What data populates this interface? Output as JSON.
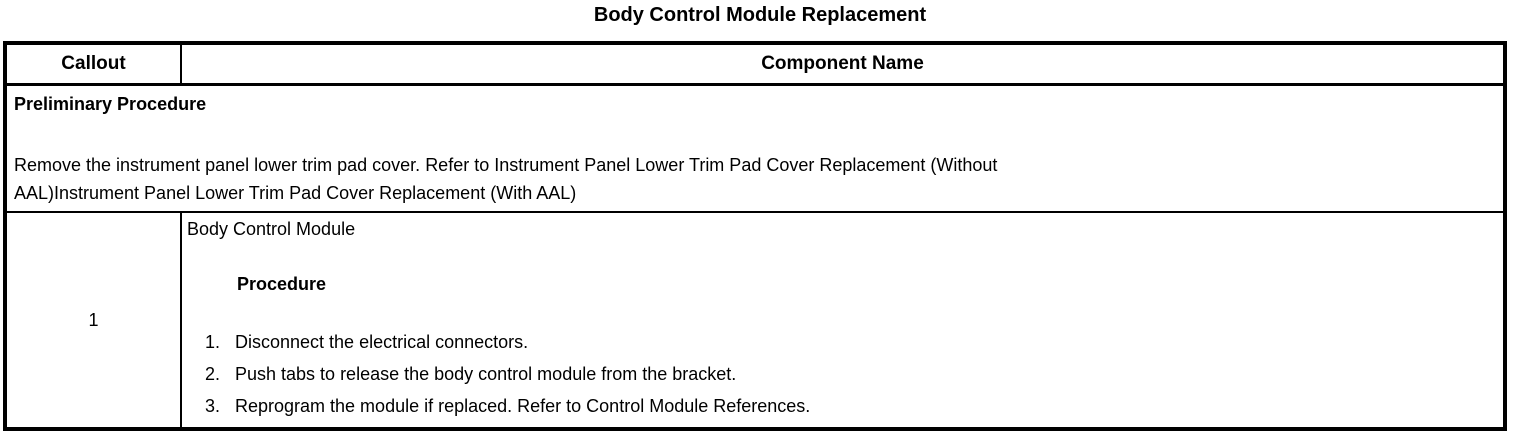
{
  "page": {
    "title": "Body Control Module Replacement"
  },
  "table": {
    "headers": {
      "callout": "Callout",
      "component": "Component Name"
    },
    "preliminary": {
      "heading": "Preliminary Procedure",
      "body": "Remove the instrument panel lower trim pad cover. Refer to Instrument Panel Lower Trim Pad Cover Replacement (Without\nAAL)Instrument Panel Lower Trim Pad Cover Replacement (With AAL)"
    },
    "rows": [
      {
        "callout": "1",
        "component_name": "Body Control Module",
        "procedure_heading": "Procedure",
        "steps": [
          "Disconnect the electrical connectors.",
          "Push tabs to release the body control module from the bracket.",
          "Reprogram the module if replaced. Refer to Control Module References."
        ]
      }
    ]
  },
  "colors": {
    "text": "#000000",
    "background": "#ffffff",
    "border": "#000000"
  }
}
